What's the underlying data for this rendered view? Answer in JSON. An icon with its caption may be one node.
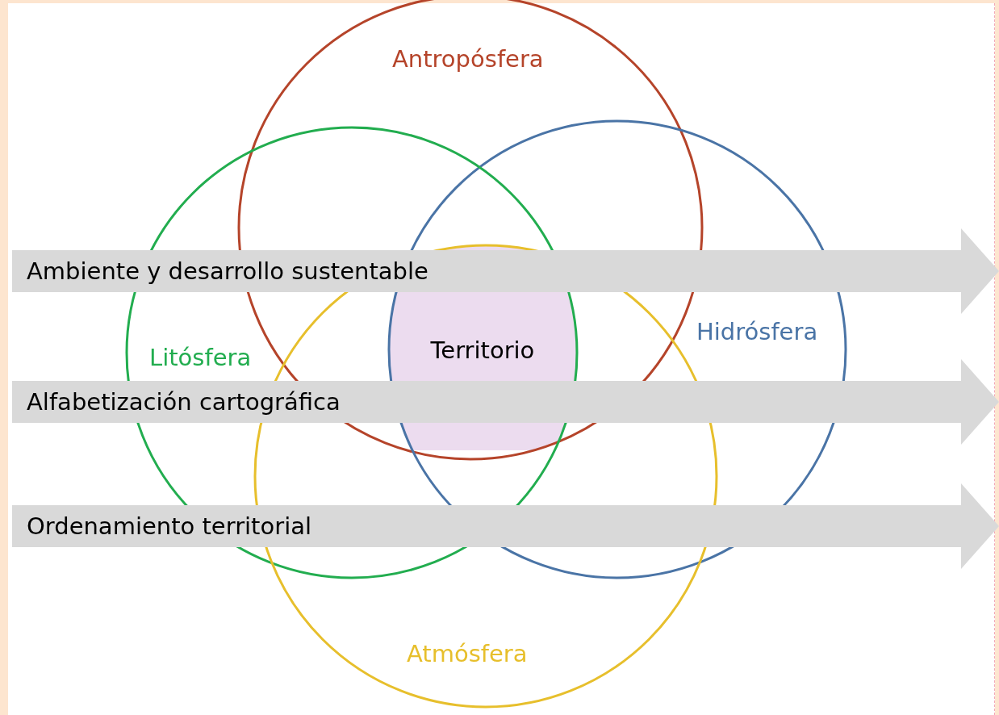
{
  "diagram": {
    "nodes": [
      {
        "text": [
          "Antropósfera"
        ]
      },
      {
        "text": [
          "Ambiente y desarrollo sustentable"
        ]
      },
      {
        "text": [
          "Hidrósfera"
        ]
      },
      {
        "text": [
          "Litósfera"
        ]
      },
      {
        "text": [
          "Territorio"
        ]
      },
      {
        "text": [
          "Alfabetización cartográfica"
        ]
      },
      {
        "text": [
          "Ordenamiento territorial"
        ]
      },
      {
        "text": [
          "Atmósfera"
        ]
      }
    ]
  }
}
